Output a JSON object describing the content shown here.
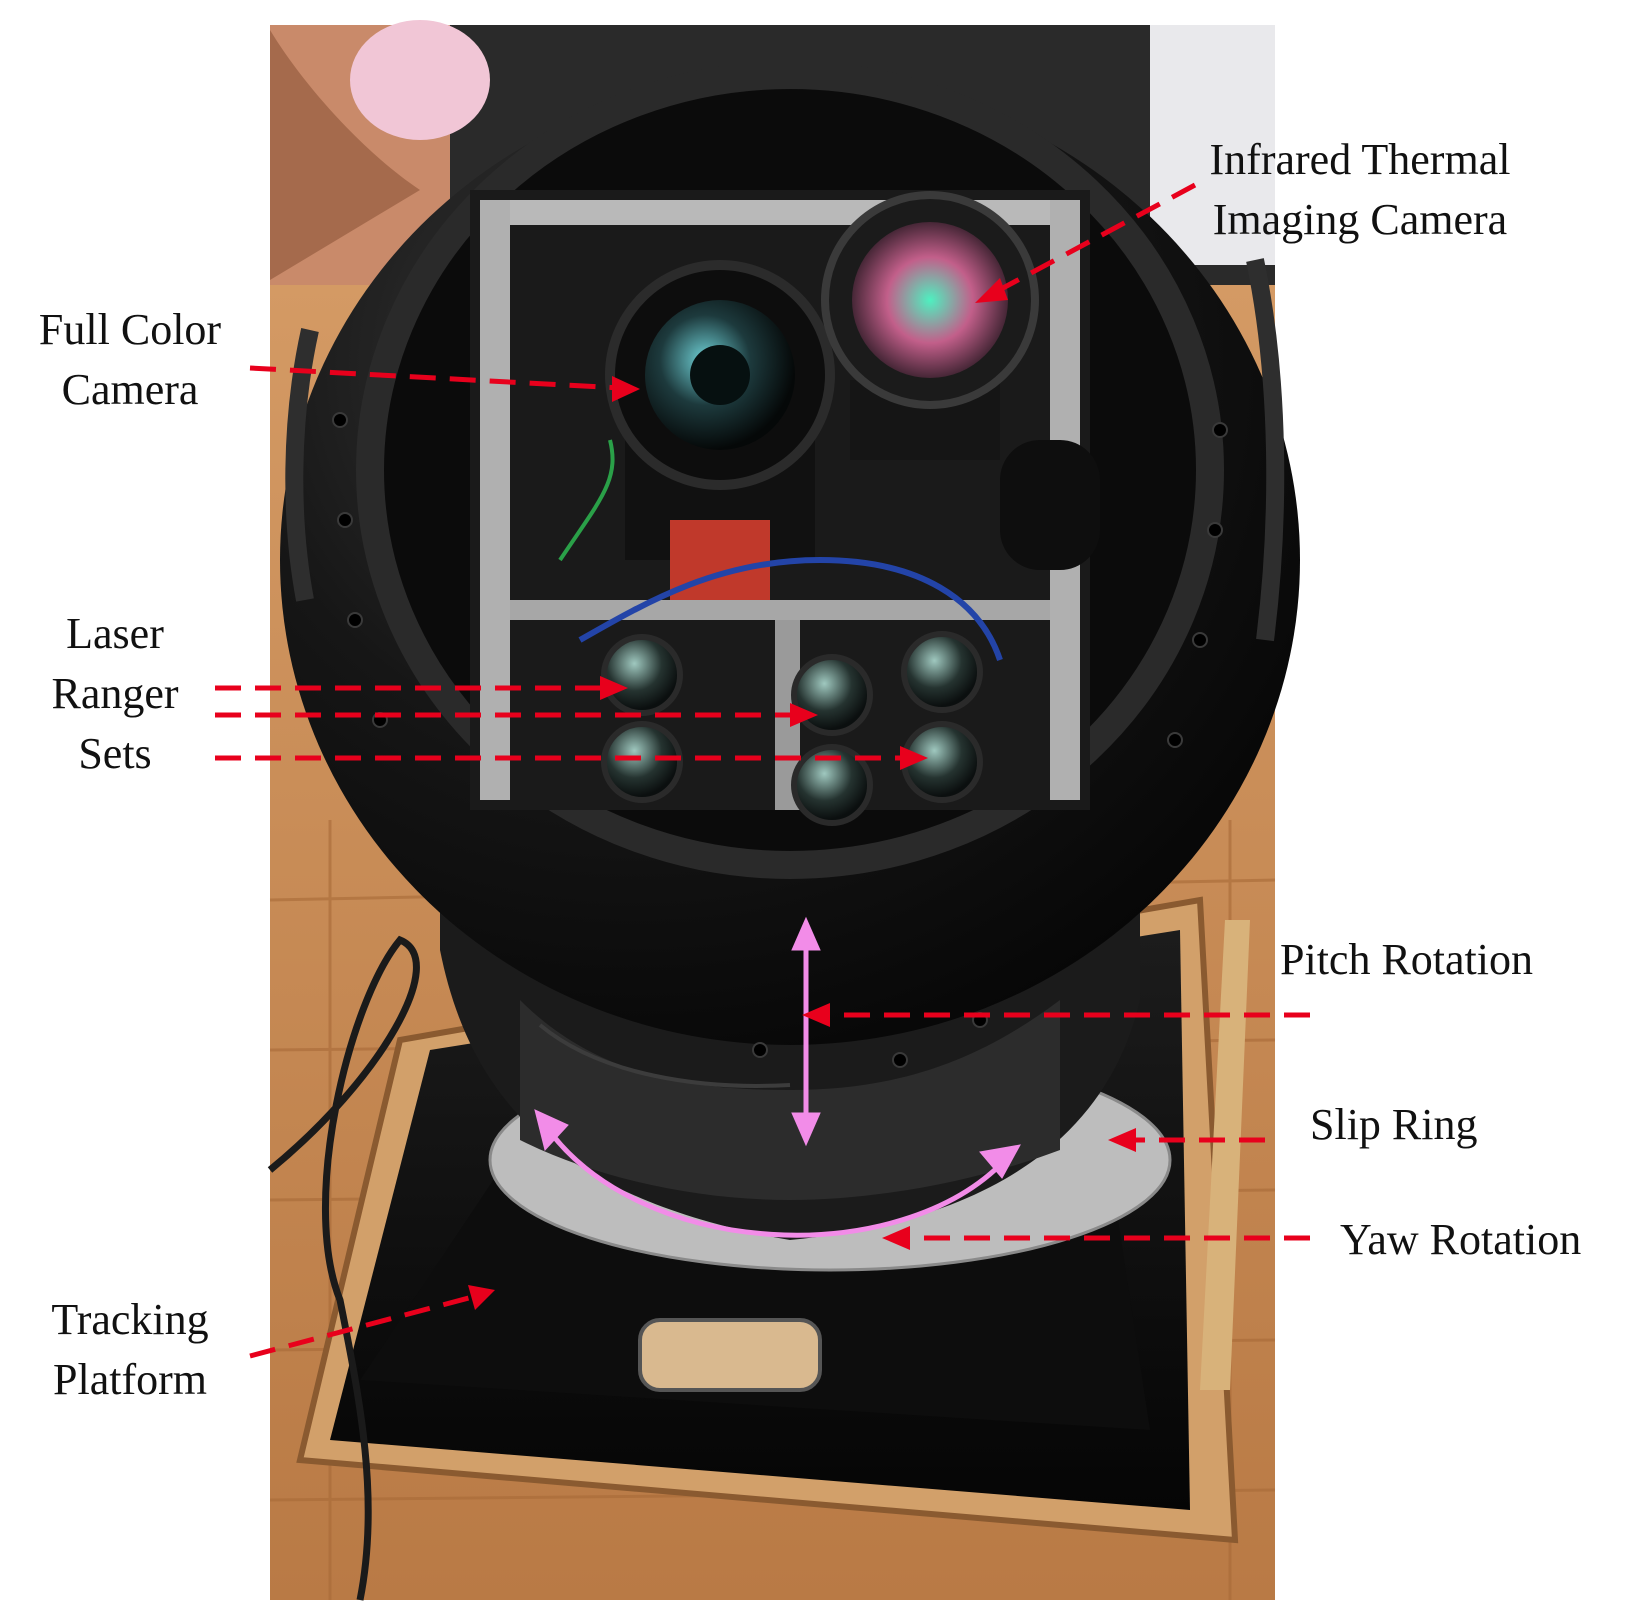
{
  "labels": {
    "infrared": [
      "Infrared Thermal",
      "Imaging Camera"
    ],
    "full_color": [
      "Full Color",
      "Camera"
    ],
    "laser": [
      "Laser",
      "Ranger",
      "Sets"
    ],
    "pitch": "Pitch Rotation",
    "slip_ring": "Slip Ring",
    "yaw": "Yaw Rotation",
    "tracking": [
      "Tracking",
      "Platform"
    ]
  },
  "colors": {
    "annotation_arrow": "#e8001c",
    "motion_arrow": "#f28ce8",
    "housing": "#141414",
    "floor": "#c98a52"
  }
}
